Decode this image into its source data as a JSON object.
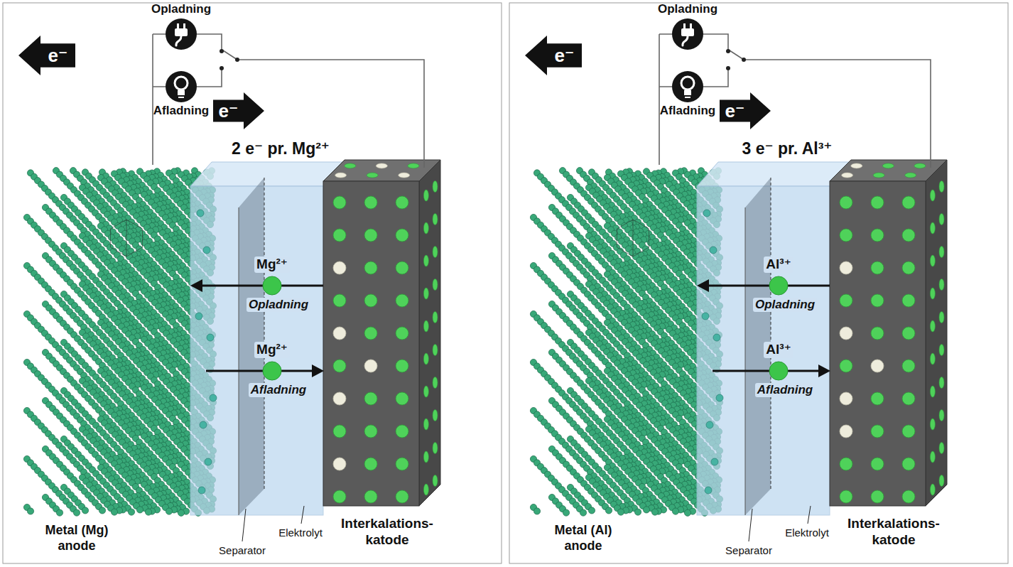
{
  "diagram": {
    "nodes": [
      {
        "text": [
          "e⁻"
        ]
      },
      {
        "text": [
          "Opladning"
        ]
      },
      {
        "text": [
          "Afladning"
        ]
      },
      {
        "text": [
          "e⁻"
        ]
      },
      {
        "text": [
          "e⁻"
        ]
      },
      {
        "text": [
          "Opladning"
        ]
      },
      {
        "text": [
          "Afladning"
        ]
      },
      {
        "text": [
          "e⁻"
        ]
      }
    ],
    "labels": [
      "2 e⁻ pr. Mg²⁺",
      "Mg²⁺",
      "Opladning",
      "Mg²⁺",
      "Afladning",
      "Metal (Mg) anode",
      "Separator",
      "Elektrolyt",
      "Interkalations- katode",
      "3 e⁻ pr. Al³⁺",
      "Al³⁺",
      "Opladning",
      "Al³⁺",
      "Afladning",
      "Metal (Al) anode",
      "Separator",
      "Elektrolyt",
      "Interkalations- katode"
    ]
  }
}
